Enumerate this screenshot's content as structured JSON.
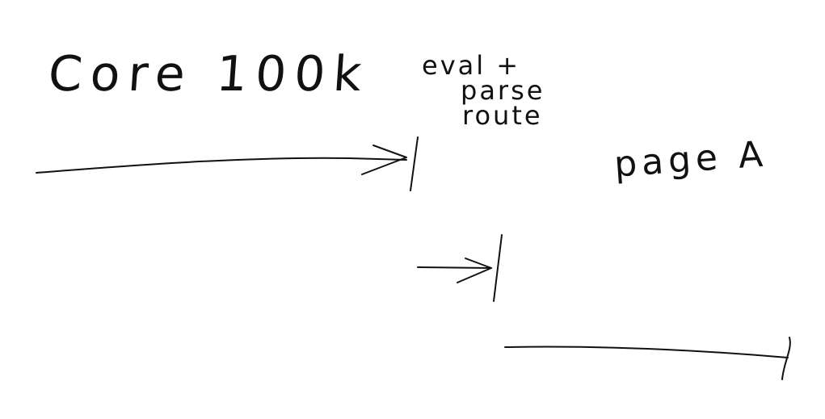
{
  "labels": {
    "core_100k": "Core 100k",
    "eval_parse_route": [
      "eval +",
      "parse",
      "route"
    ],
    "page_a": "page A"
  },
  "colors": {
    "background": "#ffffff",
    "ink": "#111111"
  }
}
